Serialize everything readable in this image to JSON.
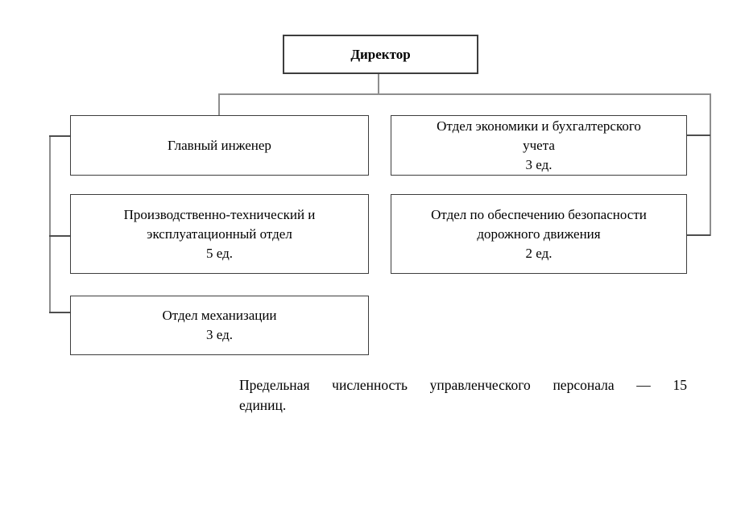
{
  "diagram": {
    "director": {
      "label": "Директор"
    },
    "left_column": [
      {
        "lines": [
          "Главный инженер"
        ]
      },
      {
        "lines": [
          "Производственно-технический и",
          "эксплуатационный отдел",
          "5 ед."
        ]
      },
      {
        "lines": [
          "Отдел механизации",
          "3 ед."
        ]
      }
    ],
    "right_column": [
      {
        "lines": [
          "Отдел экономики и бухгалтерского",
          "учета",
          "3 ед."
        ]
      },
      {
        "lines": [
          "Отдел по обеспечению безопасности",
          "дорожного движения",
          "2 ед."
        ]
      }
    ],
    "note": {
      "line1": "Предельная численность управленческого персонала — 15",
      "line2": "единиц."
    }
  },
  "colors": {
    "background": "#ffffff",
    "text": "#000000",
    "box_border": "#3d3d3d",
    "connector": "#8e8e8e",
    "connector_stub": "#4e4e4e"
  }
}
